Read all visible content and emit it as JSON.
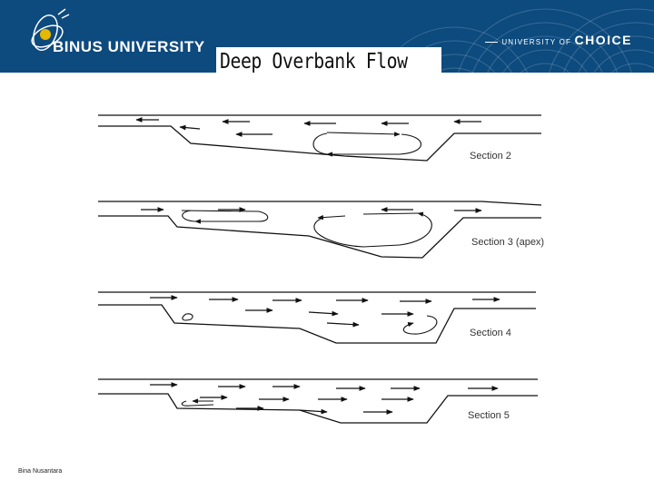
{
  "header": {
    "logo_text": "BINUS UNIVERSITY",
    "tagline_small": "UNIVERSITY OF",
    "tagline_big": "CHOICE",
    "colors": {
      "banner": "#0d4a7e",
      "text": "#ffffff"
    }
  },
  "slide": {
    "title": "Deep Overbank Flow",
    "footer": "Bina Nusantara"
  },
  "diagram": {
    "sections": [
      {
        "label": "Section 2"
      },
      {
        "label": "Section 3 (apex)"
      },
      {
        "label": "Section 4"
      },
      {
        "label": "Section 5"
      }
    ]
  }
}
